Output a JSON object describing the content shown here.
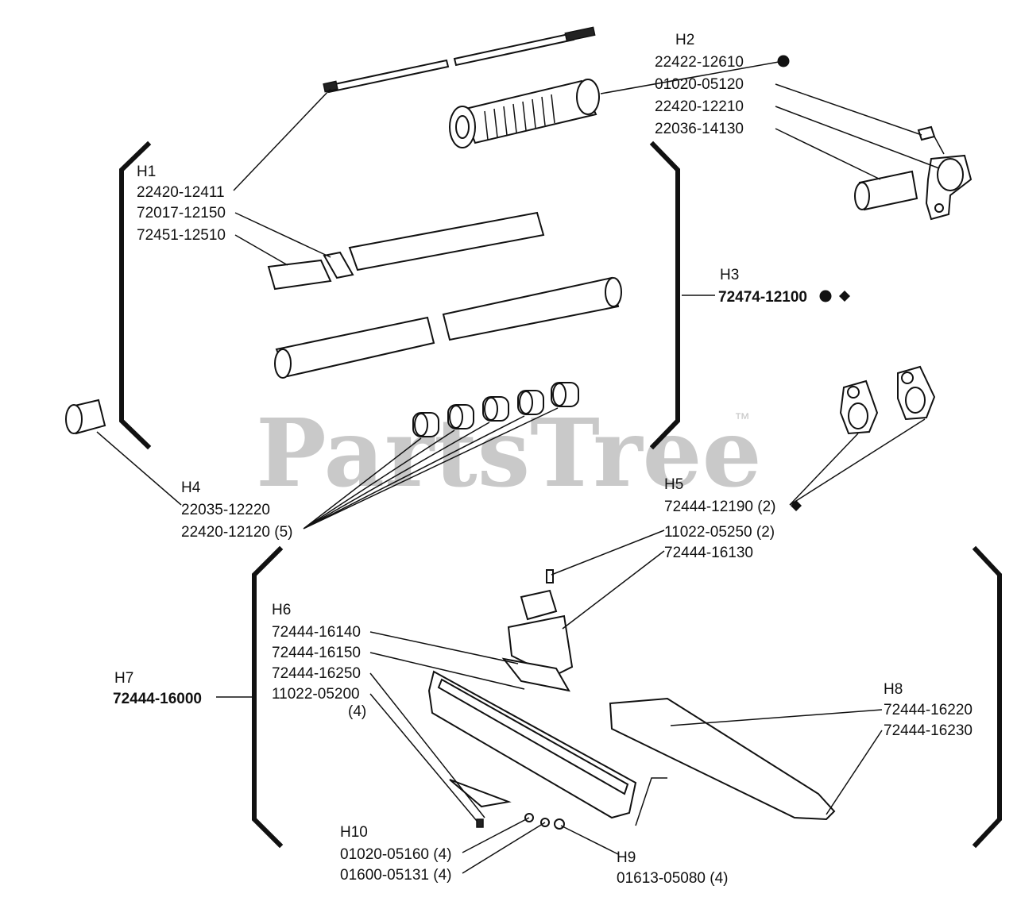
{
  "watermark": {
    "text": "PartsTree",
    "trademark": "™"
  },
  "groups": {
    "h1": {
      "ref": "H1",
      "parts": [
        "22420-12411",
        "72017-12150",
        "72451-12510"
      ]
    },
    "h2": {
      "ref": "H2",
      "parts": [
        "22422-12610",
        "01020-05120",
        "22420-12210",
        "22036-14130"
      ]
    },
    "h3": {
      "ref": "H3",
      "part": "72474-12100"
    },
    "h4": {
      "ref": "H4",
      "parts": [
        "22035-12220",
        "22420-12120 (5)"
      ]
    },
    "h5": {
      "ref": "H5",
      "parts": [
        "72444-12190 (2)",
        "11022-05250 (2)",
        "72444-16130"
      ]
    },
    "h6": {
      "ref": "H6",
      "parts": [
        "72444-16140",
        "72444-16150",
        "72444-16250",
        "11022-05200",
        "(4)"
      ]
    },
    "h7": {
      "ref": "H7",
      "part": "72444-16000"
    },
    "h8": {
      "ref": "H8",
      "parts": [
        "72444-16220",
        "72444-16230"
      ]
    },
    "h9": {
      "ref": "H9",
      "part": "01613-05080 (4)"
    },
    "h10": {
      "ref": "H10",
      "parts": [
        "01020-05160 (4)",
        "01600-05131 (4)"
      ]
    }
  }
}
